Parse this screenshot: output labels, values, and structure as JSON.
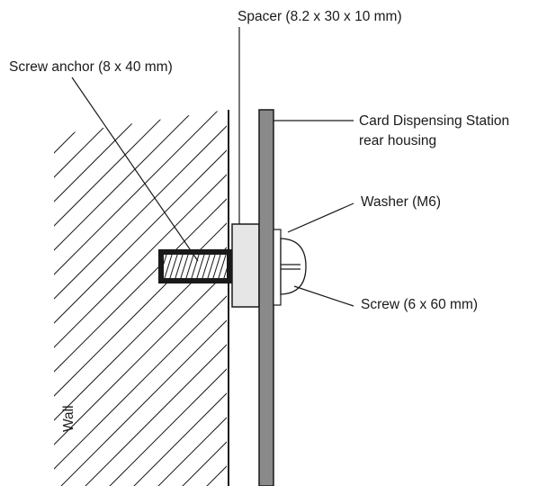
{
  "labels": {
    "spacer": "Spacer (8.2 x 30 x 10 mm)",
    "screw_anchor": "Screw anchor (8 x 40 mm)",
    "housing_line1": "Card Dispensing Station",
    "housing_line2": "rear housing",
    "washer": "Washer (M6)",
    "screw": "Screw (6 x 60 mm)",
    "wall": "Wall"
  },
  "colors": {
    "line": "#1a1a1a",
    "housing_fill": "#8a8a8a",
    "spacer_fill": "#e6e6e6",
    "anchor_fill": "#1a1a1a",
    "background": "#ffffff"
  }
}
